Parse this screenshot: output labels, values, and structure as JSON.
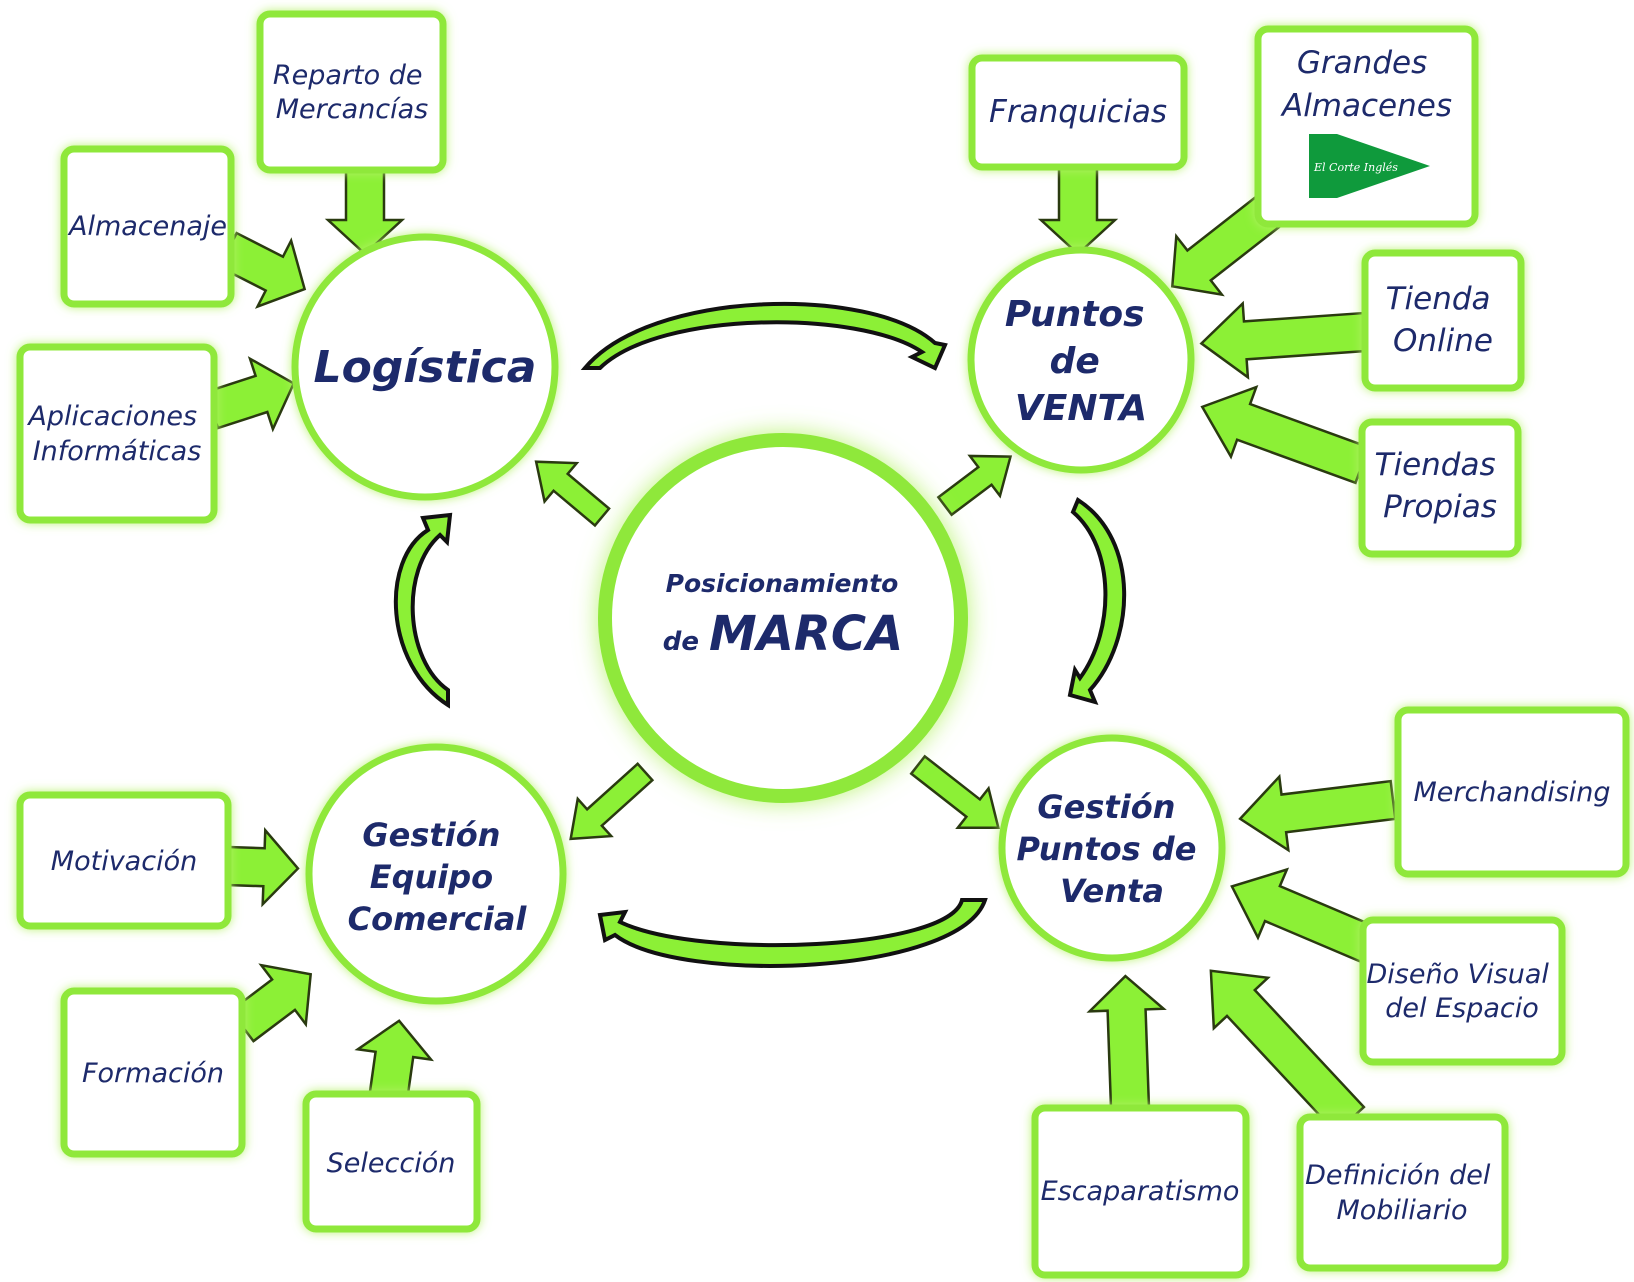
{
  "hub": {
    "line1": "Posicionamiento",
    "line2_small": "de",
    "line2_big": "MARCA"
  },
  "nodes": {
    "logistica": {
      "lines": [
        "Logística"
      ]
    },
    "puntos_venta": {
      "lines": [
        "Puntos",
        "de",
        "VENTA"
      ]
    },
    "gestion_equipo": {
      "lines": [
        "Gestión",
        "Equipo",
        "Comercial"
      ]
    },
    "gestion_puntos": {
      "lines": [
        "Gestión",
        "Puntos de",
        "Venta"
      ]
    }
  },
  "boxes": {
    "reparto": {
      "lines": [
        "Reparto de",
        "Mercancías"
      ]
    },
    "almacenaje": {
      "lines": [
        "Almacenaje"
      ]
    },
    "aplicaciones": {
      "lines": [
        "Aplicaciones",
        "Informáticas"
      ]
    },
    "franquicias": {
      "lines": [
        "Franquicias"
      ]
    },
    "grandes_almacenes": {
      "lines": [
        "Grandes",
        "Almacenes"
      ],
      "logo_text": "El Corte Inglés",
      "logo_color": "#0f9a3c"
    },
    "tienda_online": {
      "lines": [
        "Tienda",
        "Online"
      ]
    },
    "tiendas_propias": {
      "lines": [
        "Tiendas",
        "Propias"
      ]
    },
    "motivacion": {
      "lines": [
        "Motivación"
      ]
    },
    "formacion": {
      "lines": [
        "Formación"
      ]
    },
    "seleccion": {
      "lines": [
        "Selección"
      ]
    },
    "merchandising": {
      "lines": [
        "Merchandising"
      ]
    },
    "diseno_visual": {
      "lines": [
        "Diseño Visual",
        "del Espacio"
      ]
    },
    "definicion_mobiliario": {
      "lines": [
        "Definición del",
        "Mobiliario"
      ]
    },
    "escaparatismo": {
      "lines": [
        "Escaparatismo"
      ]
    }
  },
  "colors": {
    "accent": "#8fe83a",
    "arrow": "#8cf036",
    "text": "#1d2a6b"
  }
}
